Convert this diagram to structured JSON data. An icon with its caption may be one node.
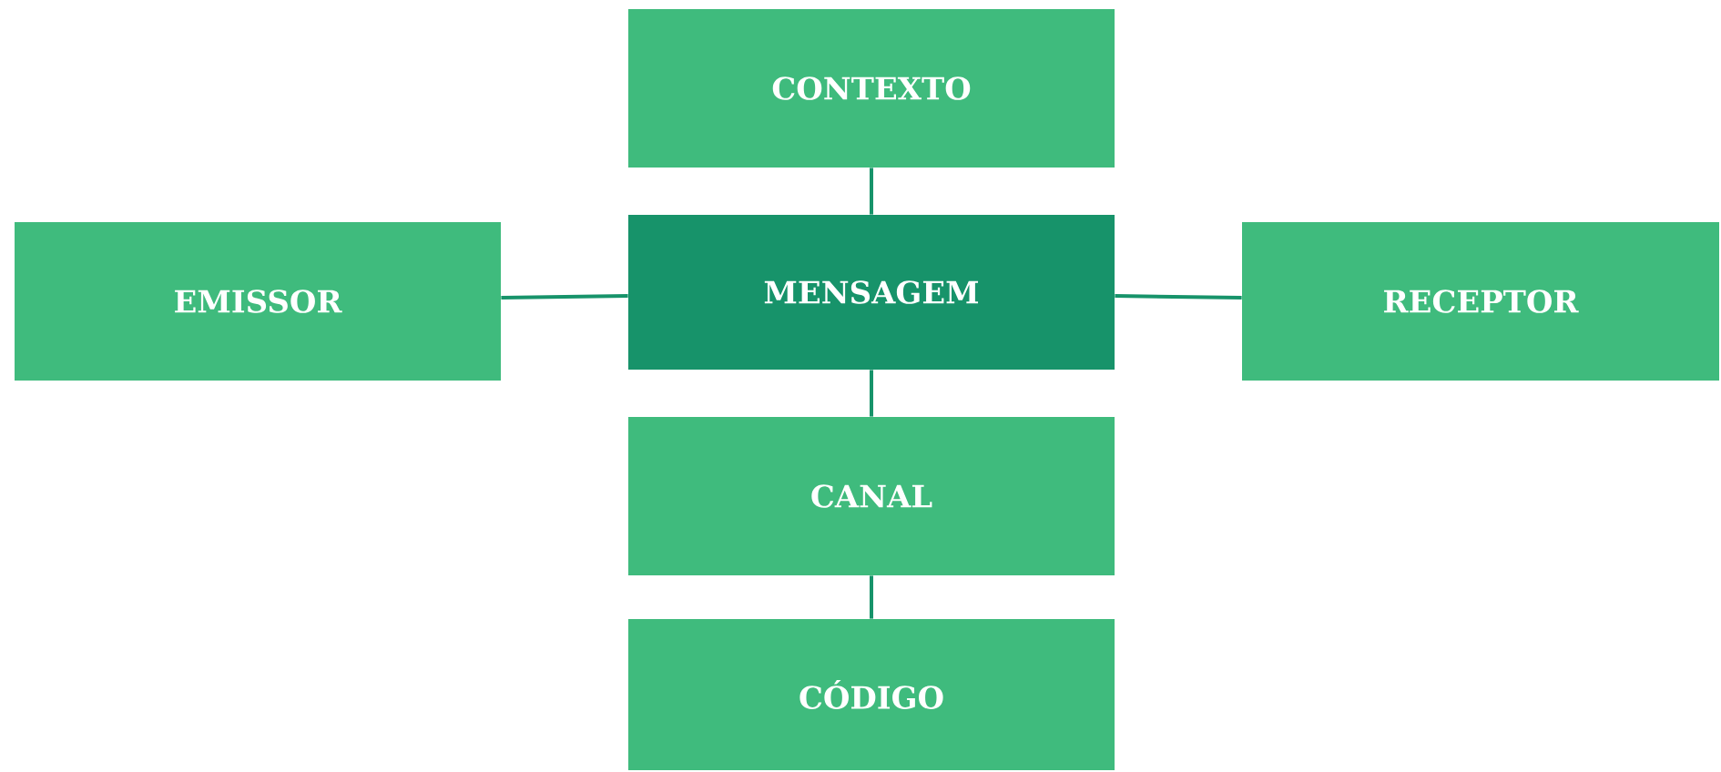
{
  "diagram": {
    "nodes": [
      {
        "text": [
          "CONTEXTO"
        ]
      },
      {
        "text": [
          "EMISSOR"
        ]
      },
      {
        "text": [
          "MENSAGEM"
        ]
      },
      {
        "text": [
          "RECEPTOR"
        ]
      },
      {
        "text": [
          "CANAL"
        ]
      },
      {
        "text": [
          "CÓDIGO"
        ]
      }
    ],
    "edges": [
      {
        "from": 0,
        "to": 2,
        "arrow": "none"
      },
      {
        "from": 1,
        "to": 2,
        "arrow": "none"
      },
      {
        "from": 2,
        "to": 3,
        "arrow": "none"
      },
      {
        "from": 2,
        "to": 4,
        "arrow": "none"
      },
      {
        "from": 4,
        "to": 5,
        "arrow": "none"
      }
    ]
  }
}
